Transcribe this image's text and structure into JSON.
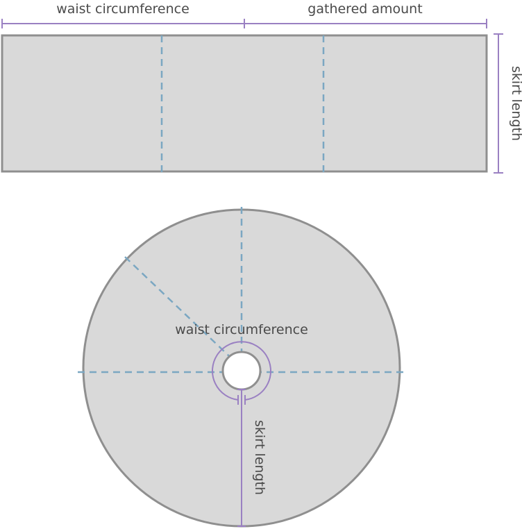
{
  "rectangle_skirt": {
    "top_labels": {
      "waist": "waist circumference",
      "gathered": "gathered amount"
    },
    "side_label": "skirt length"
  },
  "circle_skirt": {
    "waist_label": "waist circumference",
    "length_label": "skirt length"
  },
  "colors": {
    "fabric_fill": "#d9d9d9",
    "fabric_outline": "#8f8f8f",
    "fold_line": "#7ba7c2",
    "measurement": "#9a80c2",
    "text": "#4a4a4a"
  }
}
